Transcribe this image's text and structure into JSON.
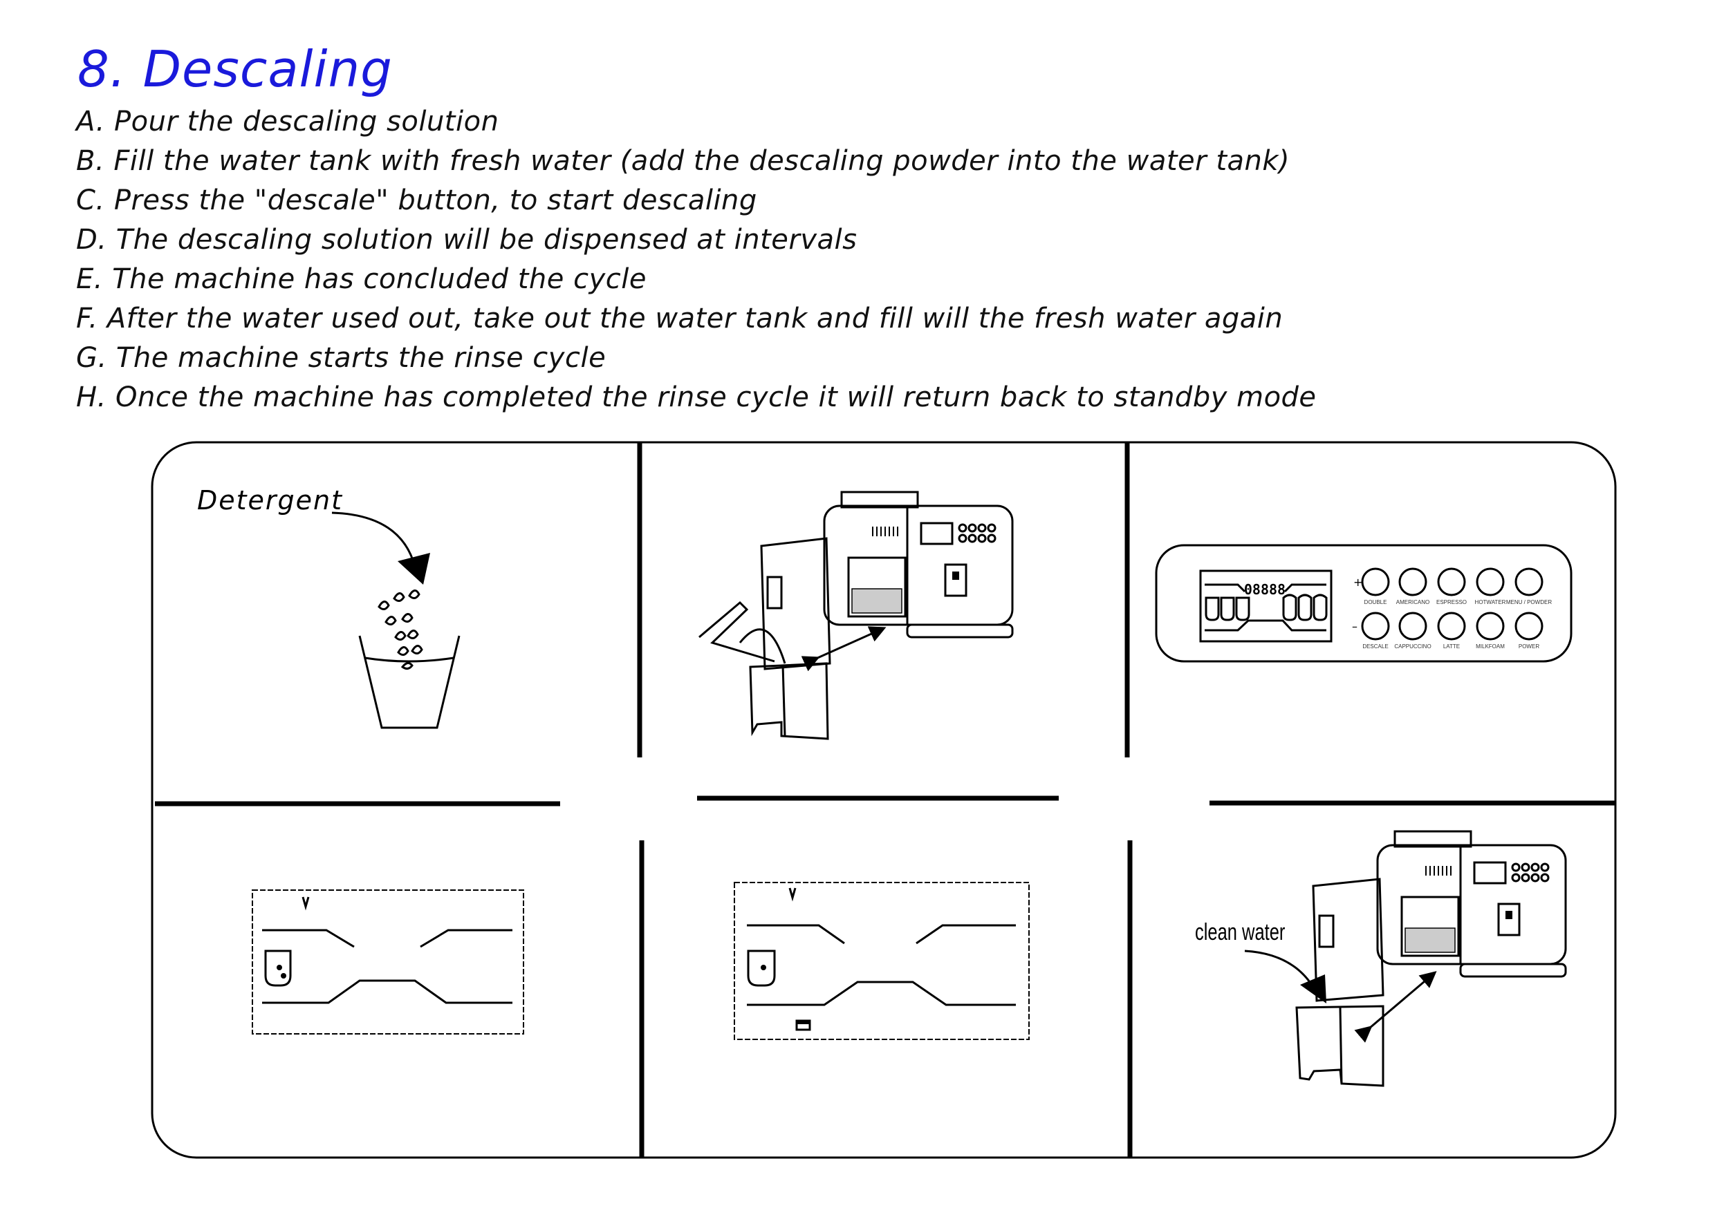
{
  "title": "8. Descaling",
  "steps": [
    "A. Pour the descaling solution",
    "B. Fill the water tank with fresh water (add the descaling powder into the water tank)",
    "C. Press the \"descale\" button, to start descaling",
    "D. The descaling solution will be dispensed at intervals",
    "E. The machine has concluded the cycle",
    "F. After the water used out, take out the water tank and fill will the fresh water again",
    "G. The machine starts the rinse cycle",
    "H. Once the machine has completed the rinse cycle it will return back to standby mode"
  ],
  "panels": {
    "detergent_label": "Detergent",
    "clean_water_label": "clean water",
    "control_panel": {
      "display_digits": "08888",
      "plus": "+",
      "minus": "–",
      "top_buttons": [
        "DOUBLE",
        "AMERICANO",
        "ESPRESSO",
        "HOTWATER",
        "MENU / POWDER"
      ],
      "bottom_buttons": [
        "DESCALE",
        "CAPPUCCINO",
        "LATTE",
        "MILKFOAM",
        "POWER"
      ]
    }
  }
}
